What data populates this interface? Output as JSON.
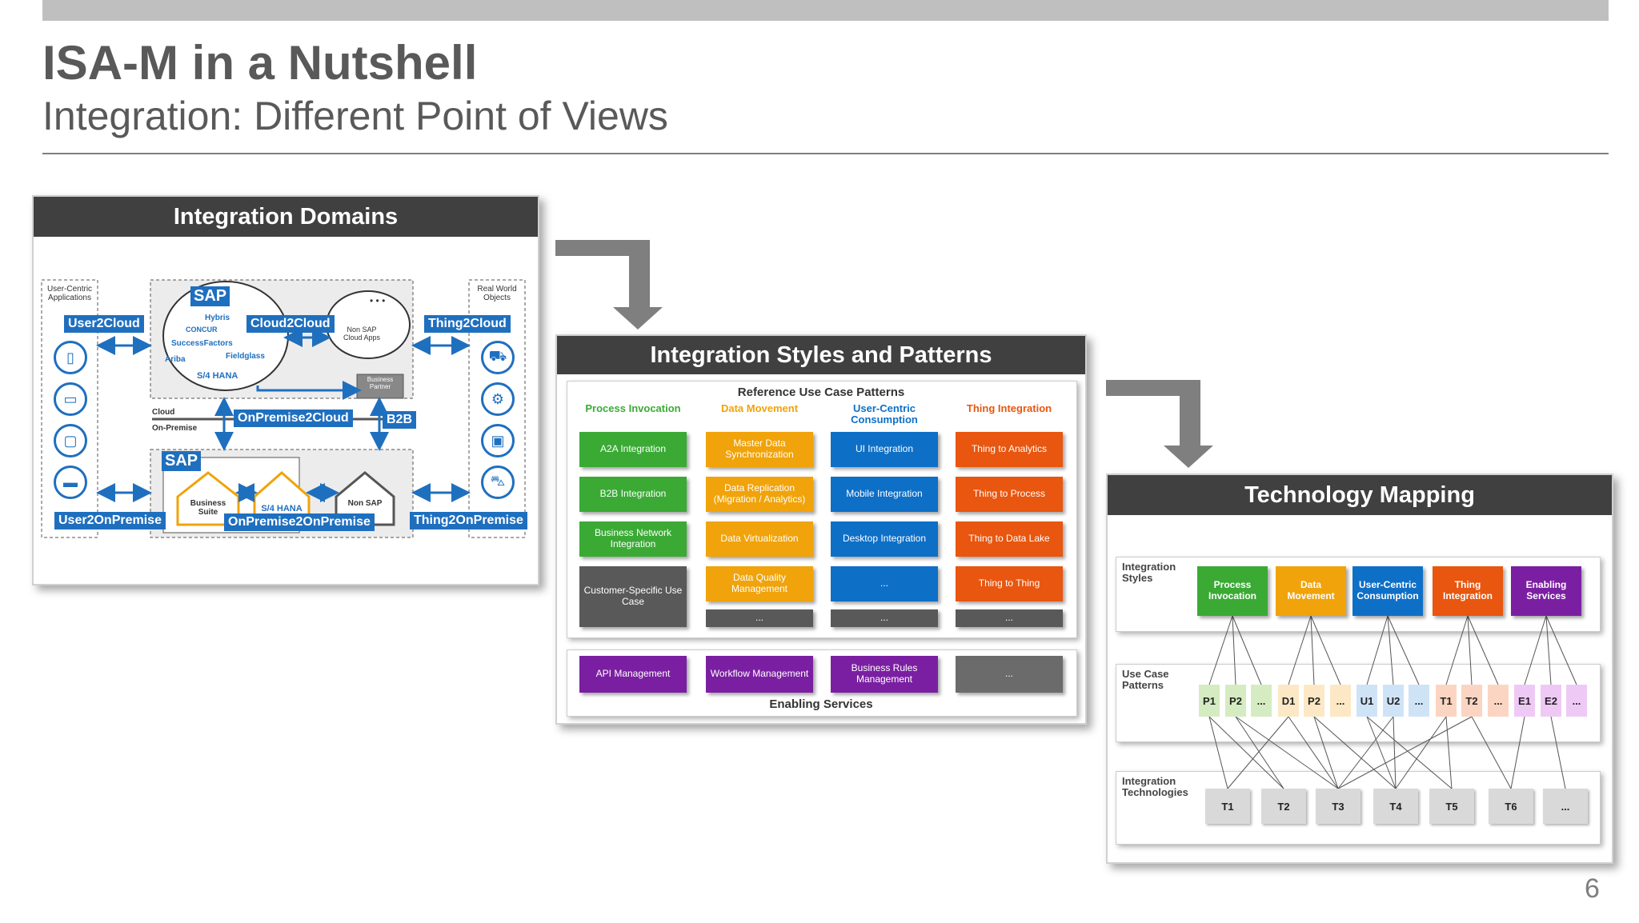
{
  "header": {
    "title": "ISA-M in a Nutshell",
    "subtitle": "Integration: Different Point of Views",
    "page_number": "6"
  },
  "domains": {
    "heading": "Integration Domains",
    "user_centric": "User-Centric Applications",
    "real_world": "Real World Objects",
    "user2cloud": "User2Cloud",
    "cloud2cloud": "Cloud2Cloud",
    "thing2cloud": "Thing2Cloud",
    "onpremise2cloud": "OnPremise2Cloud",
    "b2b": "B2B",
    "user2onpremise": "User2OnPremise",
    "onpremise2onpremise": "OnPremise2OnPremise",
    "thing2onpremise": "Thing2OnPremise",
    "cloud": "Cloud",
    "on_premise": "On-Premise",
    "sap": "SAP",
    "hybris": "Hybris",
    "concur": "CONCUR",
    "successfactors": "SuccessFactors",
    "ariba": "Ariba",
    "fieldglass": "Fieldglass",
    "s4hana": "S/4 HANA",
    "non_sap_cloud": "Non SAP Cloud Apps",
    "cloud_dots": "• • •",
    "business_partner": "Business Partner",
    "business_suite": "Business Suite",
    "s4hana_onprem": "S/4 HANA",
    "non_sap": "Non SAP"
  },
  "styles": {
    "heading": "Integration Styles and Patterns",
    "ref_title": "Reference Use Case Patterns",
    "enabling_title": "Enabling Services",
    "columns": [
      {
        "name": "Process Invocation",
        "color": "#3aaa35",
        "items": [
          "A2A Integration",
          "B2B Integration",
          "Business Network Integration"
        ]
      },
      {
        "name": "Data Movement",
        "color": "#f0a30a",
        "items": [
          "Master Data Synchronization",
          "Data Replication (Migration / Analytics)",
          "Data Virtualization",
          "Data Quality Management"
        ]
      },
      {
        "name": "User-Centric Consumption",
        "color": "#0e6fc7",
        "items": [
          "UI Integration",
          "Mobile Integration",
          "Desktop Integration",
          "..."
        ]
      },
      {
        "name": "Thing Integration",
        "color": "#e8560f",
        "items": [
          "Thing to Analytics",
          "Thing to Process",
          "Thing to Data Lake",
          "Thing to Thing"
        ]
      }
    ],
    "custom": "Customer-Specific Use Case",
    "dots": "...",
    "enabling": [
      "API Management",
      "Workflow Management",
      "Business Rules Management",
      "..."
    ]
  },
  "tech": {
    "heading": "Technology Mapping",
    "row1_label": "Integration Styles",
    "row2_label": "Use Case Patterns",
    "row3_label": "Integration Technologies",
    "styles": [
      {
        "name": "Process Invocation",
        "color": "#3aaa35"
      },
      {
        "name": "Data Movement",
        "color": "#f0a30a"
      },
      {
        "name": "User-Centric Consumption",
        "color": "#0e6fc7"
      },
      {
        "name": "Thing Integration",
        "color": "#e8560f"
      },
      {
        "name": "Enabling Services",
        "color": "#7b1fa2"
      }
    ],
    "patterns": [
      {
        "label": "P1",
        "color": "#d5ecc2"
      },
      {
        "label": "P2",
        "color": "#d5ecc2"
      },
      {
        "label": "...",
        "color": "#d5ecc2"
      },
      {
        "label": "D1",
        "color": "#fce8c4"
      },
      {
        "label": "P2",
        "color": "#fce8c4"
      },
      {
        "label": "...",
        "color": "#fce8c4"
      },
      {
        "label": "U1",
        "color": "#cfe3f7"
      },
      {
        "label": "U2",
        "color": "#cfe3f7"
      },
      {
        "label": "...",
        "color": "#cfe3f7"
      },
      {
        "label": "T1",
        "color": "#fbd5c2"
      },
      {
        "label": "T2",
        "color": "#fbd5c2"
      },
      {
        "label": "...",
        "color": "#fbd5c2"
      },
      {
        "label": "E1",
        "color": "#efc9f5"
      },
      {
        "label": "E2",
        "color": "#efc9f5"
      },
      {
        "label": "...",
        "color": "#efc9f5"
      }
    ],
    "technologies": [
      "T1",
      "T2",
      "T3",
      "T4",
      "T5",
      "T6",
      "..."
    ]
  }
}
